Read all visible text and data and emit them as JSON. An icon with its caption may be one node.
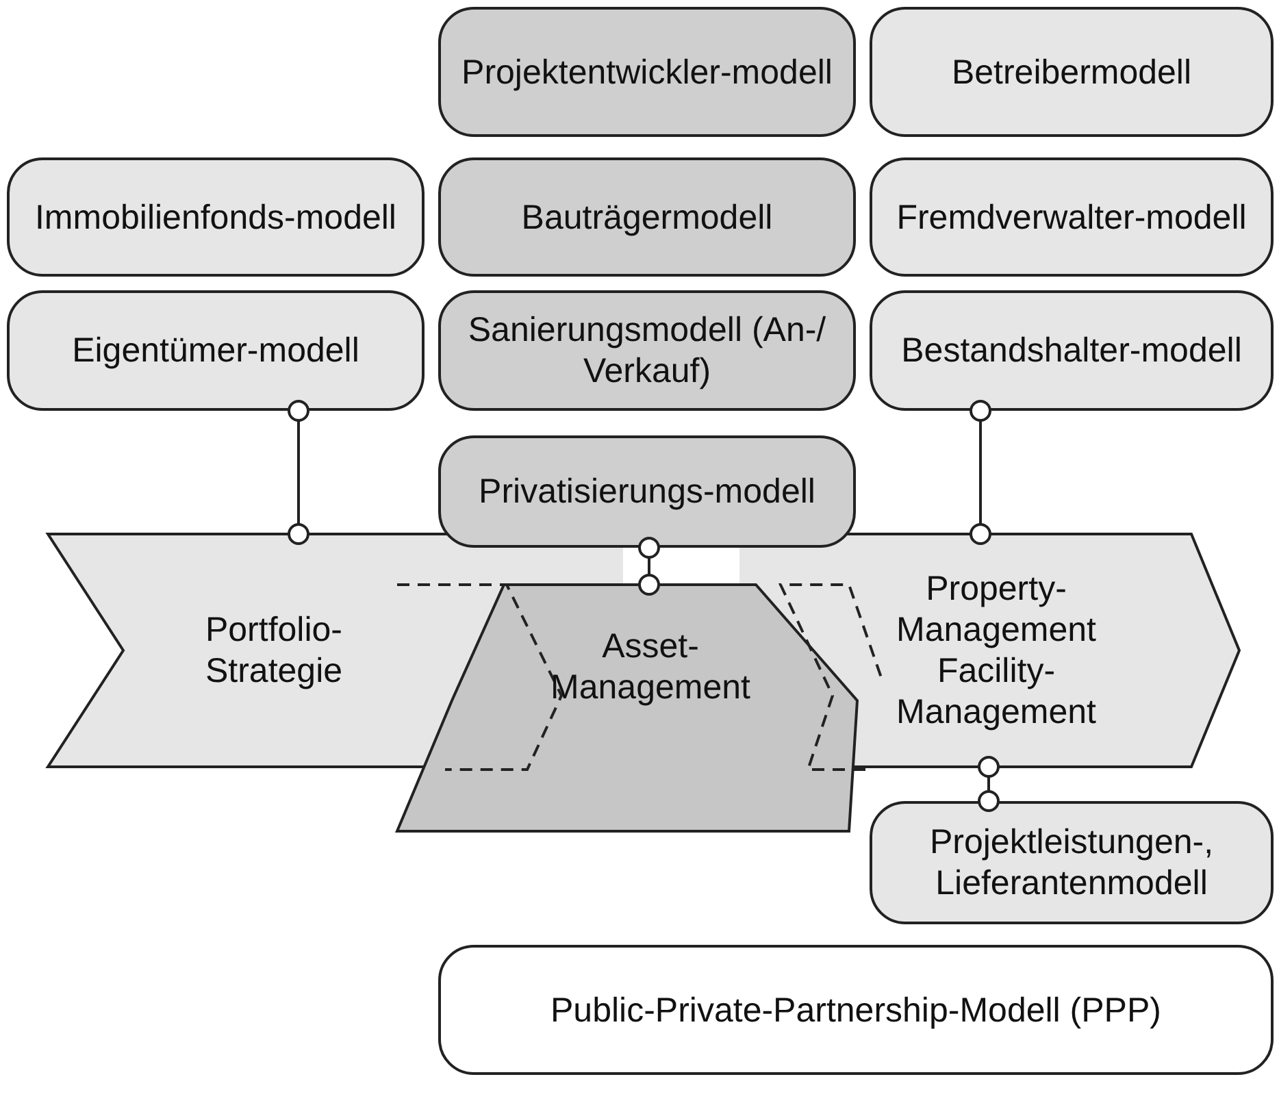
{
  "diagram": {
    "nodes": [
      {
        "text": [
          "Projektentwickler-modell"
        ]
      },
      {
        "text": [
          "Betreibermodell"
        ]
      },
      {
        "text": [
          "Immobilienfonds-modell"
        ]
      },
      {
        "text": [
          "Bauträgermodell"
        ]
      },
      {
        "text": [
          "Fremdverwalter-modell"
        ]
      },
      {
        "text": [
          "Eigentümer-modell"
        ]
      },
      {
        "text": [
          "Sanierungsmodell (An-/ Verkauf)"
        ]
      },
      {
        "text": [
          "Bestandshalter-modell"
        ]
      },
      {
        "text": [
          "Privatisierungs-modell"
        ]
      },
      {
        "text": [
          "Portfolio-Strategie"
        ]
      },
      {
        "text": [
          "Asset-Management"
        ]
      },
      {
        "text": [
          "Property-Management",
          "Facility-Management"
        ]
      },
      {
        "text": [
          "Projektleistungen-, Lieferantenmodell"
        ]
      },
      {
        "text": [
          "Public-Private-Partnership-Modell (PPP)"
        ]
      }
    ],
    "edges": [
      {
        "from": 5,
        "to": 9,
        "arrow": "other"
      },
      {
        "from": 8,
        "to": 10,
        "arrow": "other"
      },
      {
        "from": 7,
        "to": 11,
        "arrow": "other"
      },
      {
        "from": 11,
        "to": 12,
        "arrow": "other"
      }
    ]
  }
}
